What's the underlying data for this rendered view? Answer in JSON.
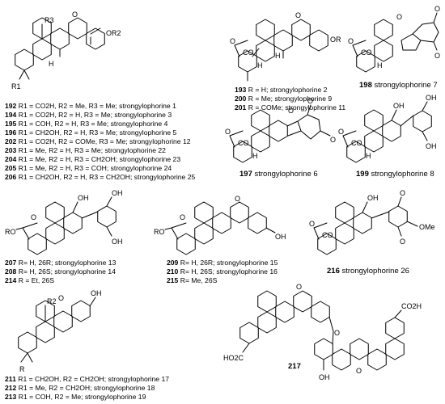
{
  "groups": {
    "g1": {
      "atoms": {
        "r3": "R3",
        "o": "O",
        "or2": "OR2",
        "r1": "R1"
      },
      "lines": [
        {
          "num": "192",
          "text": "R1 = CO2H, R2 = Me, R3 = Me; strongylophorine 1"
        },
        {
          "num": "194",
          "text": "R1 = CO2H, R2 = H, R3 = Me; strongylophorine 3"
        },
        {
          "num": "195",
          "text": "R1 = COH, R2 = H, R3 = Me; strongylophorine 4"
        },
        {
          "num": "196",
          "text": "R1 = CH2OH, R2 = H, R3 = Me; strongylophorine 5"
        },
        {
          "num": "202",
          "text": "R1 = CO2H, R2 = COMe, R3 = Me; strongylophorine 12"
        },
        {
          "num": "203",
          "text": "R1 = Me, R2 = H, R3 = Me; strongylophorine 22"
        },
        {
          "num": "204",
          "text": "R1 = Me, R2 = H, R3 = CH2OH; strongylophorine 23"
        },
        {
          "num": "205",
          "text": "R1 = Me, R2 = H, R3 = COH; strongylophorine 24"
        },
        {
          "num": "206",
          "text": "R1 = CH2OH, R2 = H, R3 = CH2OH; strongylophorine 25"
        }
      ]
    },
    "g2": {
      "atoms": {
        "o1": "O",
        "co": "CO",
        "o2": "O",
        "or": "OR",
        "h1": "H",
        "h2": "H"
      },
      "lines": [
        {
          "num": "193",
          "text": "R = H; strongylophorine 2"
        },
        {
          "num": "200",
          "text": "R = Me; strongylophorine 9"
        },
        {
          "num": "201",
          "text": "R = COMe; strongylophorine 11"
        }
      ]
    },
    "g3": {
      "atoms": {
        "o1": "O",
        "co": "CO",
        "o2": "O",
        "o3": "O",
        "o4": "O",
        "h": "H"
      },
      "caption": {
        "num": "198",
        "text": "strongylophorine 7"
      }
    },
    "g4": {
      "atoms": {
        "o1": "O",
        "co": "CO",
        "o2": "O",
        "o3": "O",
        "o4": "O",
        "h": "H"
      },
      "caption": {
        "num": "197",
        "text": "strongylophorine 6"
      }
    },
    "g5": {
      "atoms": {
        "o1": "O",
        "co": "CO",
        "oh": "OH",
        "oh2": "OH",
        "oh3": "OH",
        "h": "H"
      },
      "caption": {
        "num": "199",
        "text": "strongylophorine 8"
      }
    },
    "g6": {
      "atoms": {
        "ro": "RO",
        "o": "O",
        "oh": "OH",
        "oh2": "OH",
        "oh3": "OH"
      },
      "lines": [
        {
          "num": "207",
          "text": "R= H, 26R; strongylophorine 13"
        },
        {
          "num": "208",
          "text": "R= H, 26S; strongylophorine 14"
        },
        {
          "num": "214",
          "text": "R = Et, 26S"
        }
      ]
    },
    "g7": {
      "atoms": {
        "ro": "RO",
        "o": "O",
        "o2": "O",
        "oh": "OH"
      },
      "lines": [
        {
          "num": "209",
          "text": "R= H, 26R; strongylophorine 15"
        },
        {
          "num": "210",
          "text": "R= H, 26S; strongylophorine 16"
        },
        {
          "num": "215",
          "text": "R= Me, 26S"
        }
      ]
    },
    "g8": {
      "atoms": {
        "o1": "O",
        "co": "CO",
        "oh": "OH",
        "o2": "O",
        "o3": "O",
        "ome": "OMe"
      },
      "caption": {
        "num": "216",
        "text": "strongylophorine 26"
      }
    },
    "g9": {
      "atoms": {
        "r2": "R2",
        "o": "O",
        "oh": "OH",
        "r": "R"
      },
      "lines": [
        {
          "num": "211",
          "text": "R1 = CH2OH, R2 = CH2OH; strongylophorine 17"
        },
        {
          "num": "212",
          "text": "R1 = Me, R2 = CH2OH; strongylophorine 18"
        },
        {
          "num": "213",
          "text": "R1 = COH, R2 = Me; strongylophorine 19"
        }
      ]
    },
    "g10": {
      "atoms": {
        "o1": "O",
        "o2": "O",
        "o3": "O",
        "co2h": "CO2H",
        "ho2c": "HO2C",
        "oh": "OH"
      },
      "caption": {
        "num": "217",
        "text": ""
      }
    }
  }
}
